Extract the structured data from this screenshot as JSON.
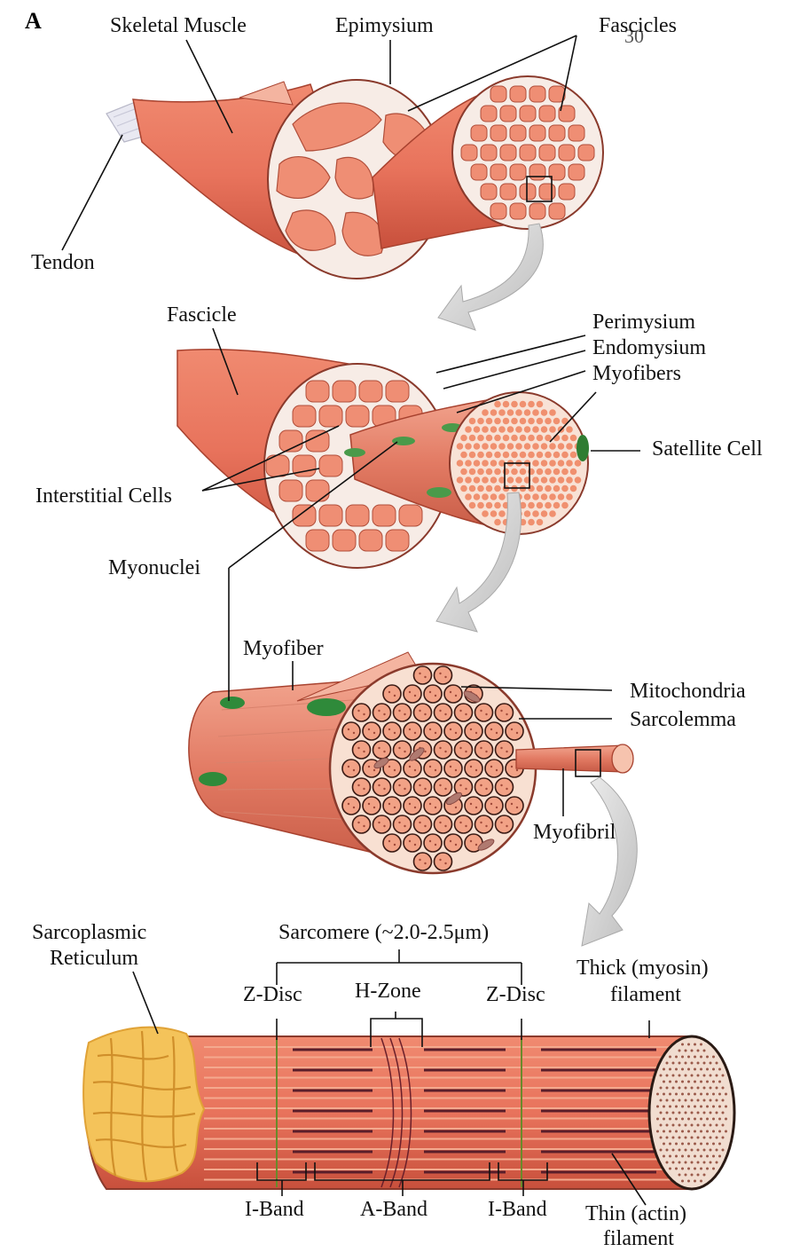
{
  "panel_label": "A",
  "page_number": "30",
  "colors": {
    "muscle": "#e8735c",
    "muscle_dark": "#c8503c",
    "fiber_fill": "#f39c84",
    "connective": "#f4e4dc",
    "nucleus": "#2f8a3a",
    "reticulum": "#f1b84d",
    "arrow": "#cfcfcf"
  },
  "labels": {
    "skeletal_muscle": "Skeletal Muscle",
    "epimysium": "Epimysium",
    "fascicles": "Fascicles",
    "tendon": "Tendon",
    "fascicle": "Fascicle",
    "perimysium": "Perimysium",
    "endomysium": "Endomysium",
    "myofibers": "Myofibers",
    "satellite_cell": "Satellite Cell",
    "interstitial_cells": "Interstitial Cells",
    "myonuclei": "Myonuclei",
    "myofiber": "Myofiber",
    "mitochondria": "Mitochondria",
    "sarcolemma": "Sarcolemma",
    "myofibril": "Myofibril",
    "sarcoplasmic_line1": "Sarcoplasmic",
    "sarcoplasmic_line2": "Reticulum",
    "sarcomere": "Sarcomere (~2.0-2.5μm)",
    "z_disc_left": "Z-Disc",
    "h_zone": "H-Zone",
    "z_disc_right": "Z-Disc",
    "thick_line1": "Thick (myosin)",
    "thick_line2": "filament",
    "i_band_left": "I-Band",
    "a_band": "A-Band",
    "i_band_right": "I-Band",
    "thin_line1": "Thin (actin)",
    "thin_line2": "filament"
  }
}
